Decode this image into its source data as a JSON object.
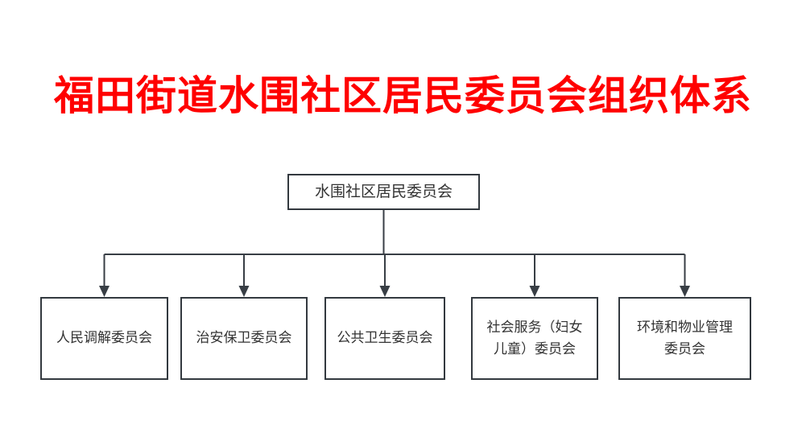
{
  "title": "福田街道水围社区居民委员会组织体系",
  "org_chart": {
    "type": "org-tree",
    "root": {
      "label": "水围社区居民委员会"
    },
    "children": [
      {
        "label": "人民调解委员会"
      },
      {
        "label": "治安保卫委员会"
      },
      {
        "label": "公共卫生委员会"
      },
      {
        "label": "社会服务（妇女儿童）委员会"
      },
      {
        "label": "环境和物业管理委员会"
      }
    ]
  },
  "colors": {
    "accent_red": "#ff0000",
    "box_border": "#33393f",
    "line": "#383e45",
    "text": "#333333",
    "bg": "#ffffff"
  }
}
